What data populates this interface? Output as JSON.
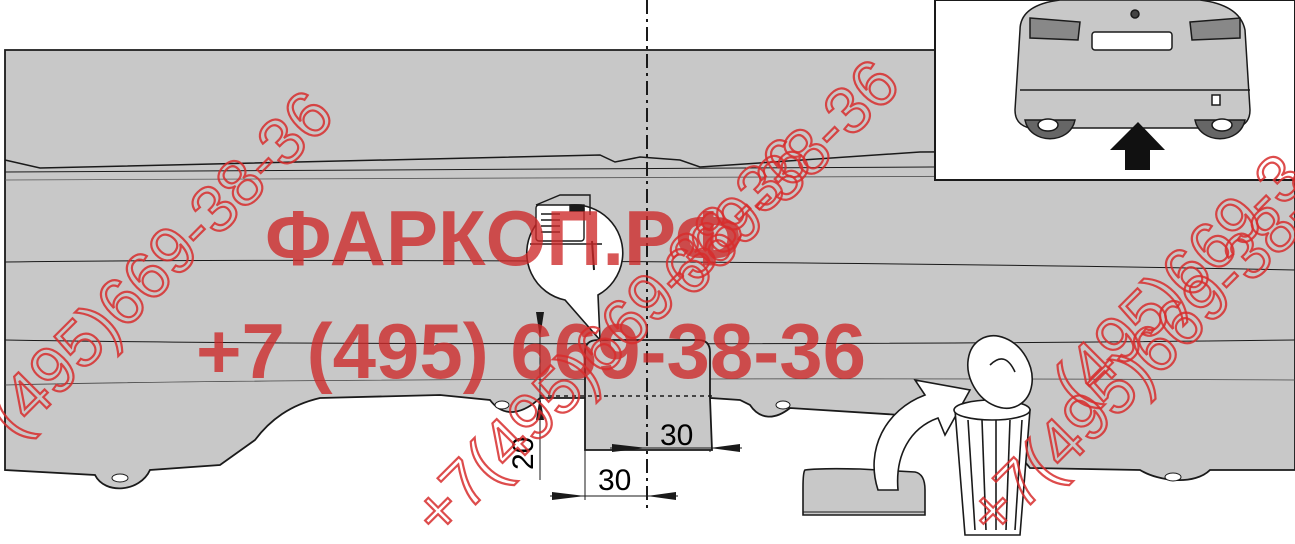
{
  "dimensions": {
    "cut_height": "20",
    "half_width_upper": "30",
    "half_width_lower": "30"
  },
  "watermark": {
    "brand": "ФАРКОП.РФ",
    "phone_main": "+7 (495) 669-38-36",
    "phone_diag_left": "(495)669-38-36",
    "phone_diag_center": "+7(495)669-38-36",
    "phone_diag_right": "+7(495)669-38-36",
    "phone_diag_far_right": "(495)669-3",
    "phone_diag_upper": "669-38-36"
  },
  "colors": {
    "bumper_fill": "#c8c8c8",
    "outline": "#1a1a1a",
    "watermark": "#d03030"
  },
  "icons": [
    "jigsaw-icon",
    "trash-can-icon",
    "curved-arrow-icon",
    "up-arrow-icon",
    "car-rear-view-icon"
  ]
}
